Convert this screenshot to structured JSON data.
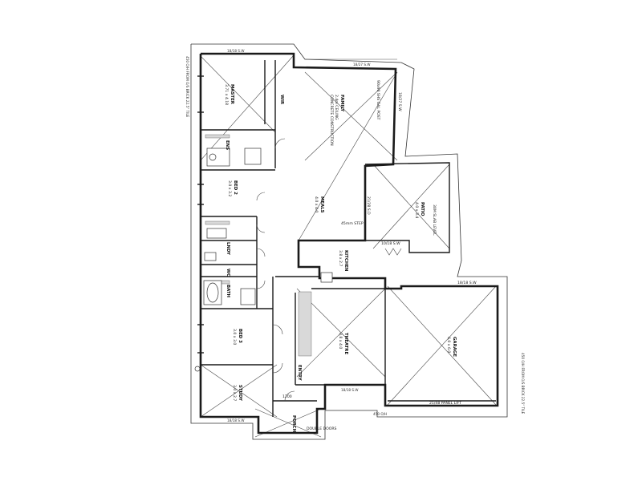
{
  "rooms": {
    "master": {
      "name": "MASTER",
      "size": "3.71 x 4.18"
    },
    "wir": {
      "name": "WIR"
    },
    "family": {
      "name": "FAMILY",
      "note1": "2.4m CEILING",
      "note2": "CONCRETE CONSTRUCTION"
    },
    "ens": {
      "name": "ENS"
    },
    "bed2": {
      "name": "BED 2",
      "size": "3.0 x 3.2"
    },
    "meals": {
      "name": "MEALS",
      "size": "4.0 x 4.0"
    },
    "patio": {
      "name": "PATIO",
      "size": "4.0 x 3.4"
    },
    "lndy": {
      "name": "LNDY"
    },
    "wc": {
      "name": "WC"
    },
    "bath": {
      "name": "BATH"
    },
    "kitchen": {
      "name": "KITCHEN",
      "size": "3.8 x 2.7"
    },
    "bed3": {
      "name": "BED 3",
      "size": "3.0 x 3.0"
    },
    "theatre": {
      "name": "THEATRE",
      "size": "3.8 x 4.0"
    },
    "garage": {
      "name": "GARAGE",
      "size": "6.0 x 6.0"
    },
    "entry": {
      "name": "ENTRY"
    },
    "study": {
      "name": "STUDY",
      "size": "3.0 x 2.7"
    },
    "porch": {
      "name": "PORCH"
    }
  },
  "annotations": {
    "left_edge": "450 O/H FROM O/S BRICK 22.5° TILE",
    "right_edge": "450 O/H FROM O/S BRICK 22.5° TILE",
    "top_left_window": "18/18 S.W",
    "top_right_window": "18/27 S.W",
    "family_post": "90x90 SHS GAL POST",
    "family_window": "18/27 S.W",
    "patio_note": "30M SLAB LEVEL",
    "meals_step": "45mm STEP",
    "meals_door": "21/28 S.D",
    "kitchen_window": "10/18 S.W",
    "garage_door": "21/48 PANEL LIFT",
    "garage_window": "18/18 S.W",
    "garage_overhang": "450 O/H",
    "bottom_window": "18/18 S.W",
    "porch_window": "18/18 S.W",
    "double_doors": "DOUBLE DOORS",
    "hall_width": "1200"
  }
}
